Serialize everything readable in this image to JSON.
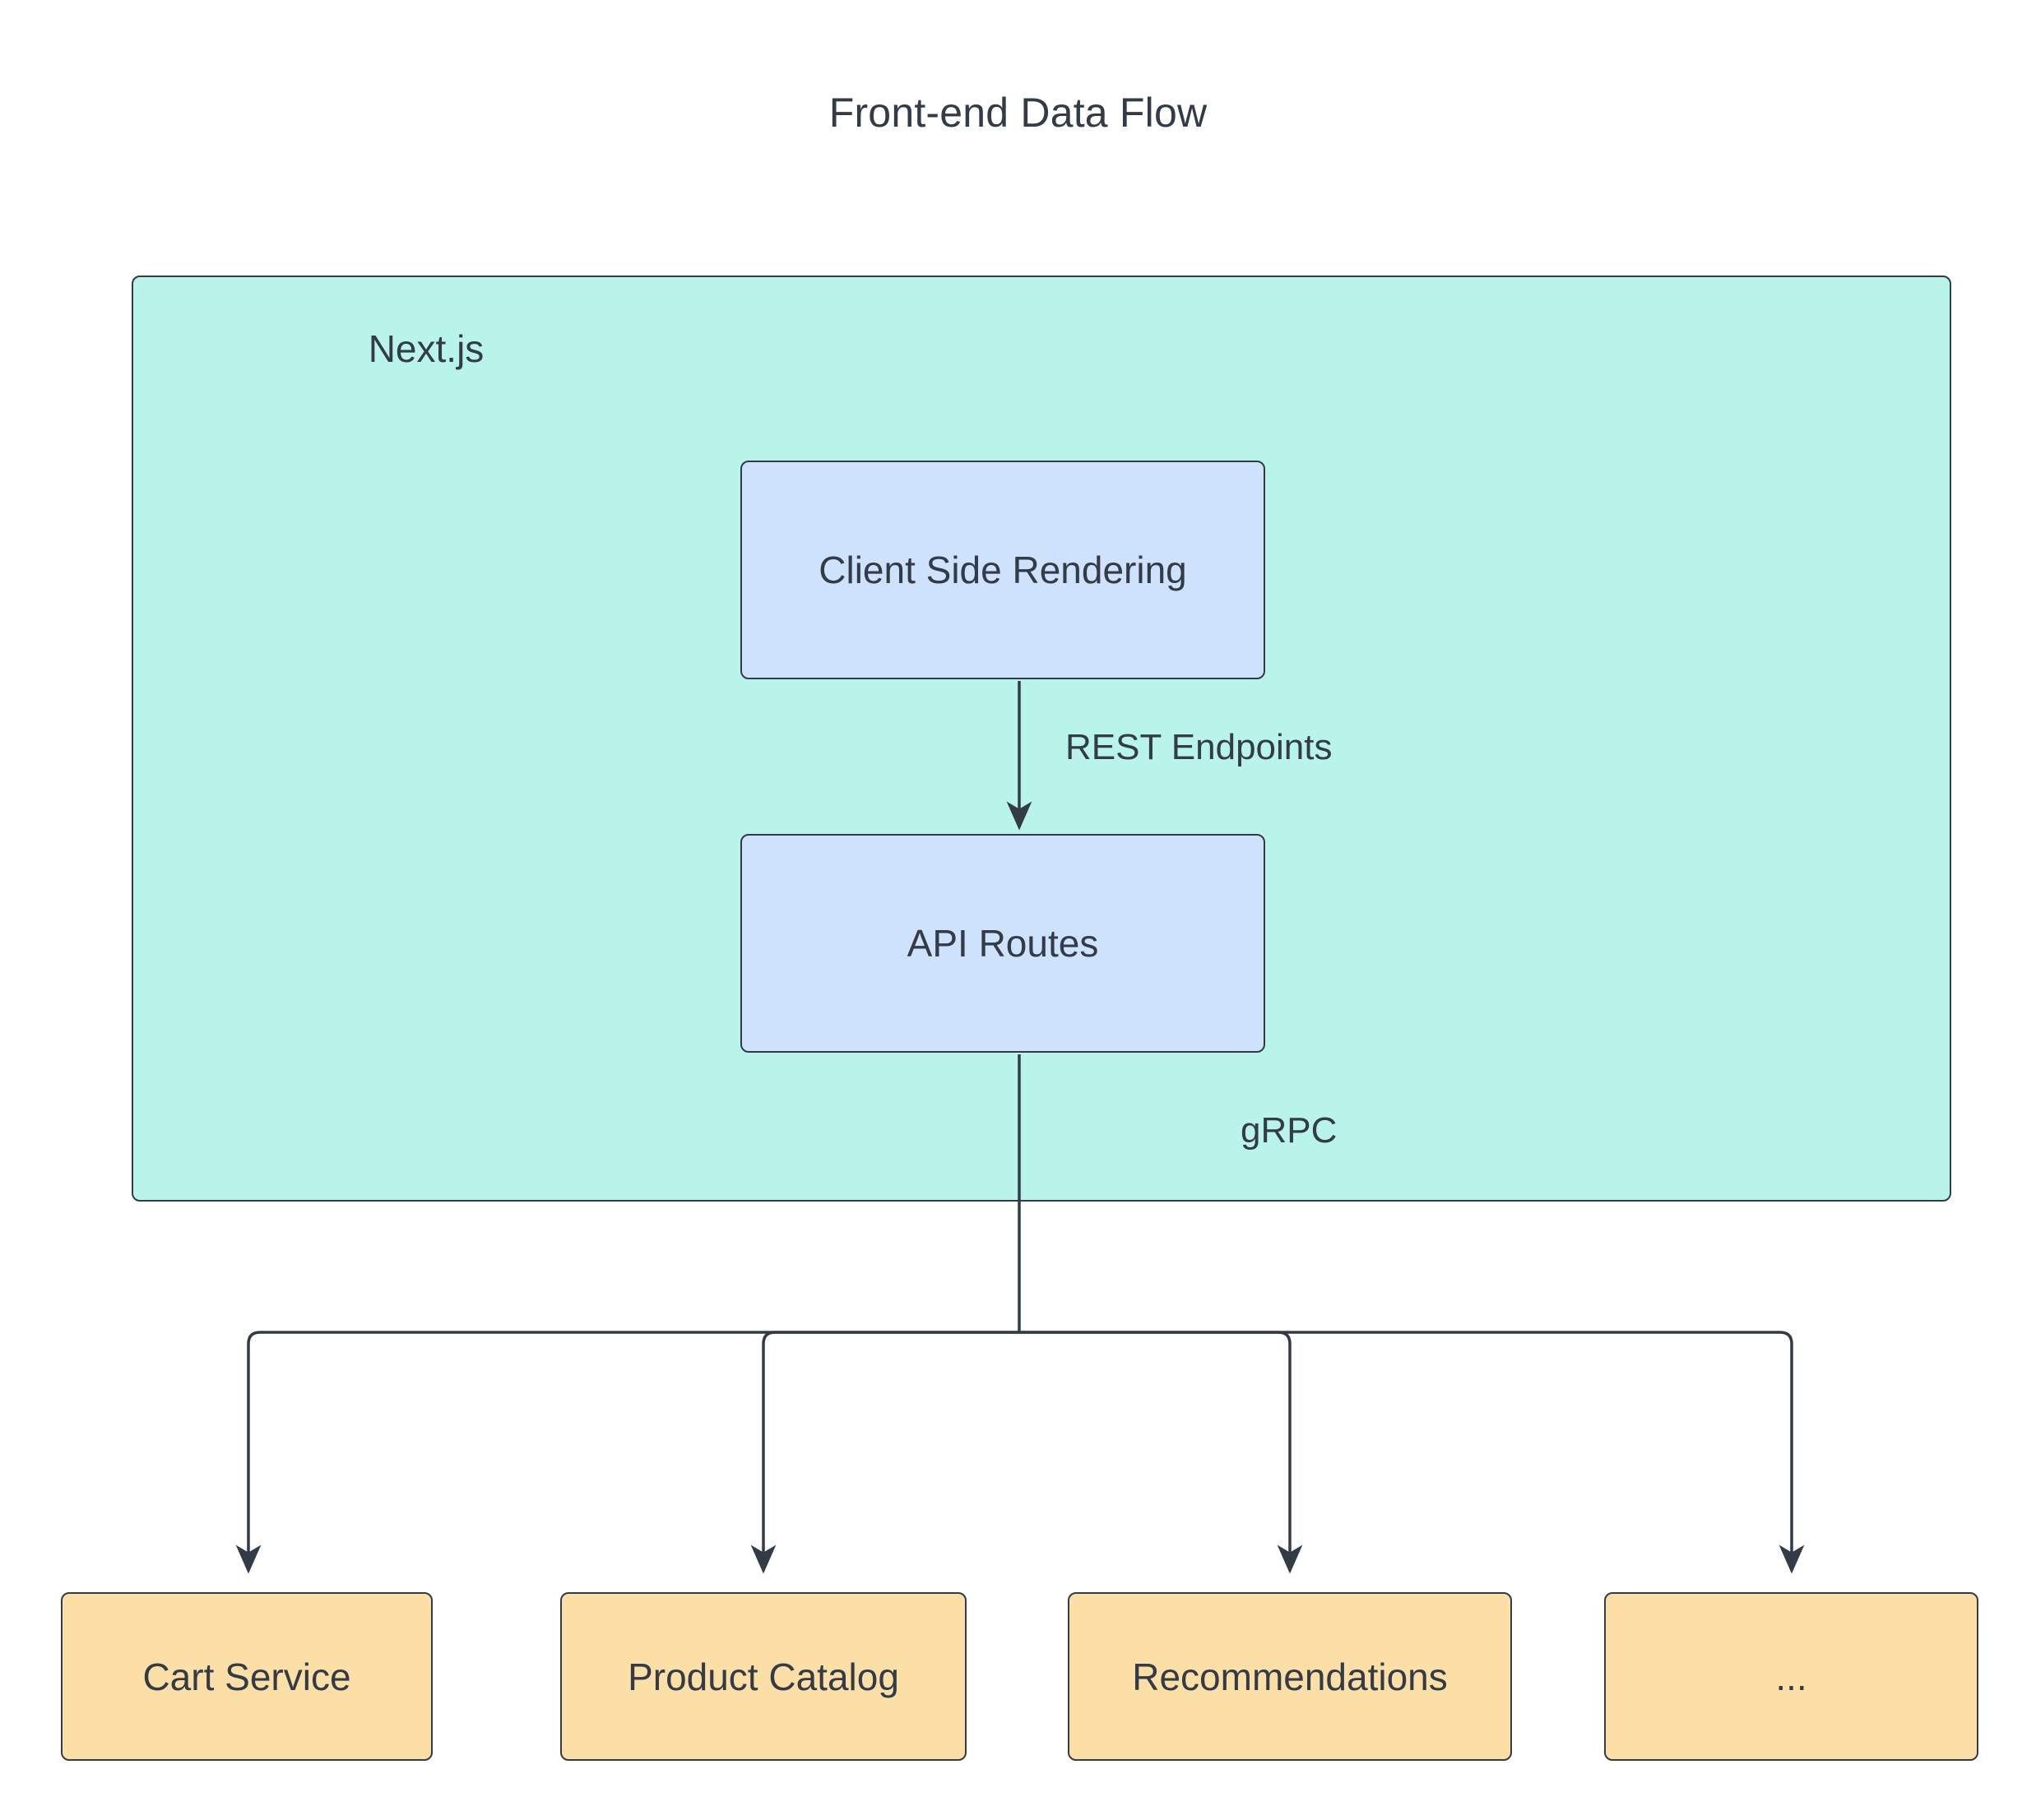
{
  "diagram": {
    "title": "Front-end Data Flow",
    "type": "flowchart",
    "direction": "top-down",
    "background": "#ffffff",
    "colors": {
      "subgraph_fill": "#b9f4ea",
      "process_fill": "#cfe2fd",
      "service_fill": "#fbdfa7",
      "stroke": "#333b47",
      "text": "#333b47"
    },
    "subgraph": {
      "id": "nextjs",
      "label": "Next.js",
      "fill": "#b9f4ea"
    },
    "nodes": [
      {
        "id": "csr",
        "label": "Client Side Rendering",
        "group": "nextjs",
        "fill": "#cfe2fd"
      },
      {
        "id": "api",
        "label": "API Routes",
        "group": "nextjs",
        "fill": "#cfe2fd"
      },
      {
        "id": "cart",
        "label": "Cart Service",
        "group": "services",
        "fill": "#fbdfa7"
      },
      {
        "id": "catalog",
        "label": "Product Catalog",
        "group": "services",
        "fill": "#fbdfa7"
      },
      {
        "id": "recs",
        "label": "Recommendations",
        "group": "services",
        "fill": "#fbdfa7"
      },
      {
        "id": "more",
        "label": "...",
        "group": "services",
        "fill": "#fbdfa7"
      }
    ],
    "edges": [
      {
        "from": "csr",
        "to": "api",
        "label": "REST Endpoints",
        "arrow": "single"
      },
      {
        "from": "api",
        "to": "cart",
        "label": "gRPC",
        "arrow": "single"
      },
      {
        "from": "api",
        "to": "catalog",
        "label": "",
        "arrow": "single"
      },
      {
        "from": "api",
        "to": "recs",
        "label": "",
        "arrow": "single"
      },
      {
        "from": "api",
        "to": "more",
        "label": "",
        "arrow": "single"
      }
    ],
    "edge_labels": {
      "rest": "REST Endpoints",
      "grpc": "gRPC"
    }
  }
}
